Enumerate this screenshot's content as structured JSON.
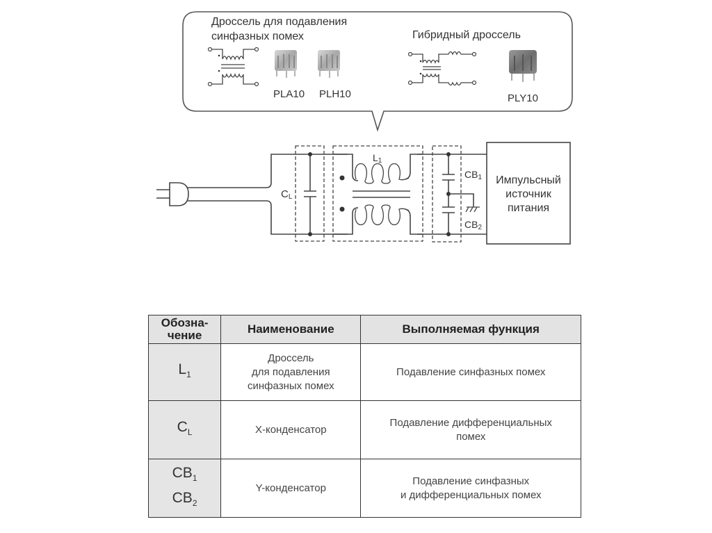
{
  "bubble": {
    "cm_choke": {
      "title_line1": "Дроссель для подавления",
      "title_line2": "синфазных помех",
      "parts": [
        "PLA10",
        "PLH10"
      ]
    },
    "hybrid_choke": {
      "title": "Гибридный дроссель",
      "parts": [
        "PLY10"
      ]
    }
  },
  "circuit": {
    "labels": {
      "cl_main": "C",
      "cl_sub": "L",
      "l1_main": "L",
      "l1_sub": "1",
      "cb1_main": "CB",
      "cb1_sub": "1",
      "cb2_main": "CB",
      "cb2_sub": "2"
    },
    "psu_box": {
      "line1": "Импульсный",
      "line2": "источник",
      "line3": "питания"
    }
  },
  "table": {
    "headers": [
      "Обозна-\nчение",
      "Наименование",
      "Выполняемая функция"
    ],
    "rows": [
      {
        "designation": "L",
        "designation_sub": "1",
        "name": "Дроссель\nдля подавления\nсинфазных помех",
        "function": "Подавление синфазных помех"
      },
      {
        "designation": "C",
        "designation_sub": "L",
        "name": "X-конденсатор",
        "function": "Подавление дифференциальных\nпомех"
      },
      {
        "designation": "CB",
        "designation_sub": "1",
        "designation2": "CB",
        "designation2_sub": "2",
        "name": "Y-конденсатор",
        "function": "Подавление синфазных\nи дифференциальных помех"
      }
    ]
  }
}
